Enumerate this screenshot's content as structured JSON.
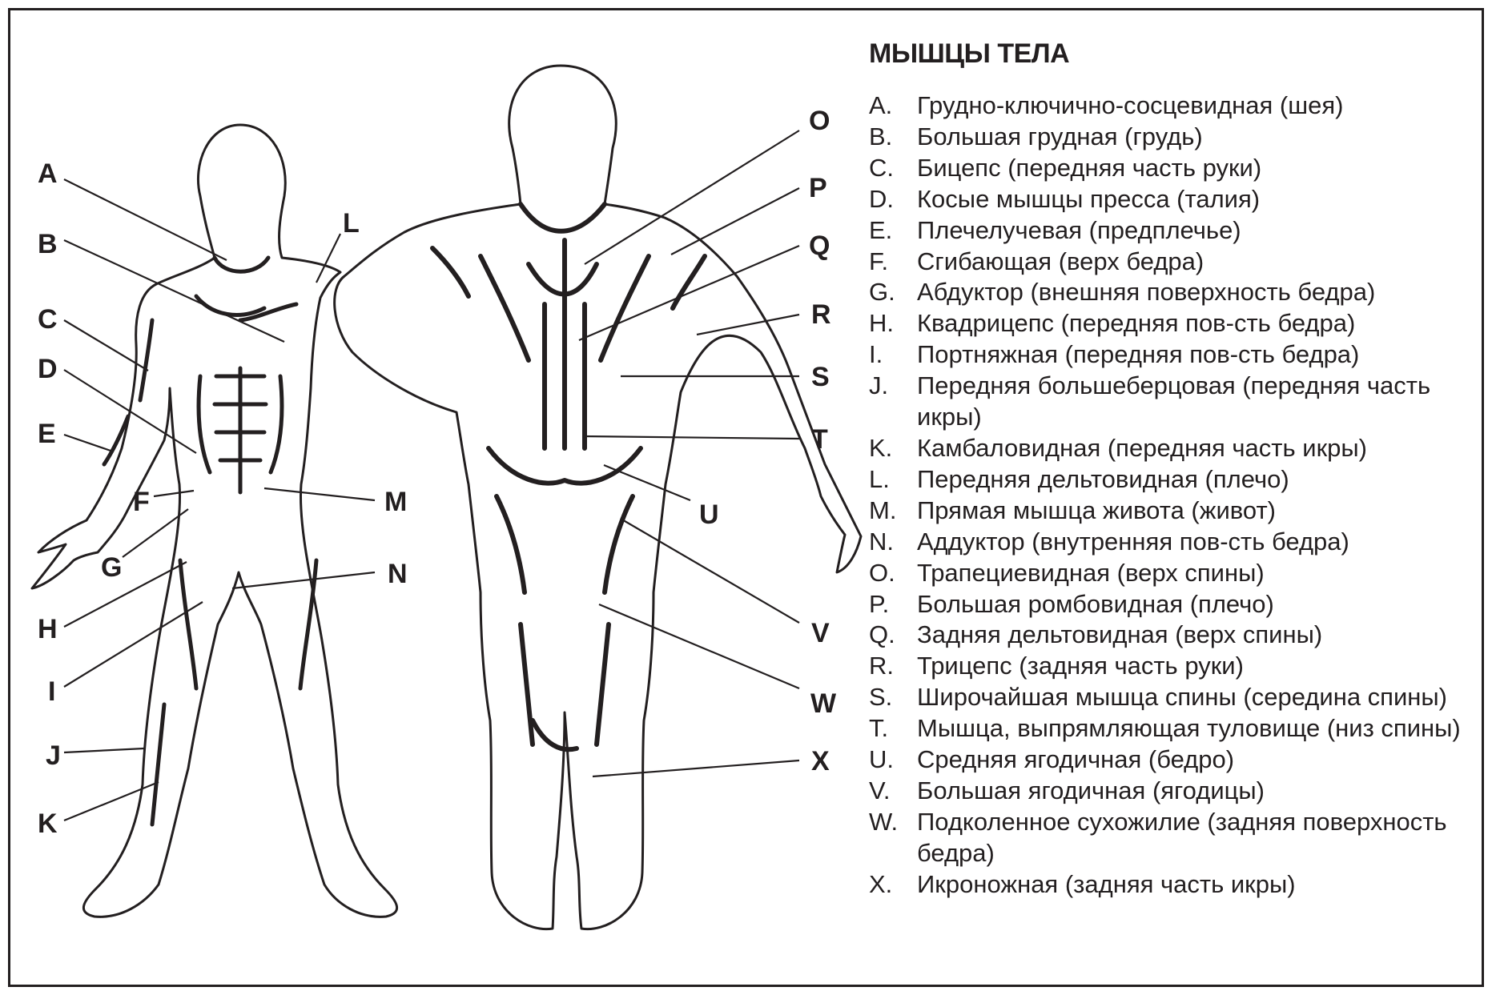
{
  "legend": {
    "title": "МЫШЦЫ ТЕЛА",
    "items": [
      {
        "key": "A.",
        "text": "Грудно-ключично-сосцевидная (шея)"
      },
      {
        "key": "B.",
        "text": "Большая грудная (грудь)"
      },
      {
        "key": "C.",
        "text": "Бицепс (передняя часть руки)"
      },
      {
        "key": "D.",
        "text": "Косые мышцы пресса (талия)"
      },
      {
        "key": "E.",
        "text": "Плечелучевая (предплечье)"
      },
      {
        "key": "F.",
        "text": "Сгибающая (верх бедра)"
      },
      {
        "key": "G.",
        "text": "Абдуктор (внешняя поверхность бедра)"
      },
      {
        "key": "H.",
        "text": "Квадрицепс (передняя пов-сть бедра)"
      },
      {
        "key": "I.",
        "text": "Портняжная (передняя пов-сть бедра)"
      },
      {
        "key": "J.",
        "text": "Передняя большеберцовая (передняя часть икры)"
      },
      {
        "key": "K.",
        "text": "Камбаловидная (передняя часть икры)"
      },
      {
        "key": "L.",
        "text": "Передняя дельтовидная (плечо)"
      },
      {
        "key": "M.",
        "text": "Прямая мышца живота (живот)"
      },
      {
        "key": "N.",
        "text": "Аддуктор (внутренняя пов-сть бедра)"
      },
      {
        "key": "O.",
        "text": "Трапециевидная (верх спины)"
      },
      {
        "key": "P.",
        "text": "Большая ромбовидная (плечо)"
      },
      {
        "key": "Q.",
        "text": "Задняя дельтовидная (верх спины)"
      },
      {
        "key": "R.",
        "text": "Трицепс (задняя часть руки)"
      },
      {
        "key": "S.",
        "text": "Широчайшая мышца спины (середина спины)"
      },
      {
        "key": "T.",
        "text": "Мышца, выпрямляющая туловище (низ спины)"
      },
      {
        "key": "U.",
        "text": "Средняя ягодичная (бедро)"
      },
      {
        "key": "V.",
        "text": "Большая ягодичная (ягодицы)"
      },
      {
        "key": "W.",
        "text": "Подколенное сухожилие (задняя поверхность бедра)"
      },
      {
        "key": "X.",
        "text": "Икроножная (задняя часть икры)"
      }
    ]
  },
  "callouts": [
    "A",
    "B",
    "C",
    "D",
    "E",
    "F",
    "G",
    "H",
    "I",
    "J",
    "K",
    "L",
    "M",
    "N",
    "O",
    "P",
    "Q",
    "R",
    "S",
    "T",
    "U",
    "V",
    "W",
    "X"
  ]
}
